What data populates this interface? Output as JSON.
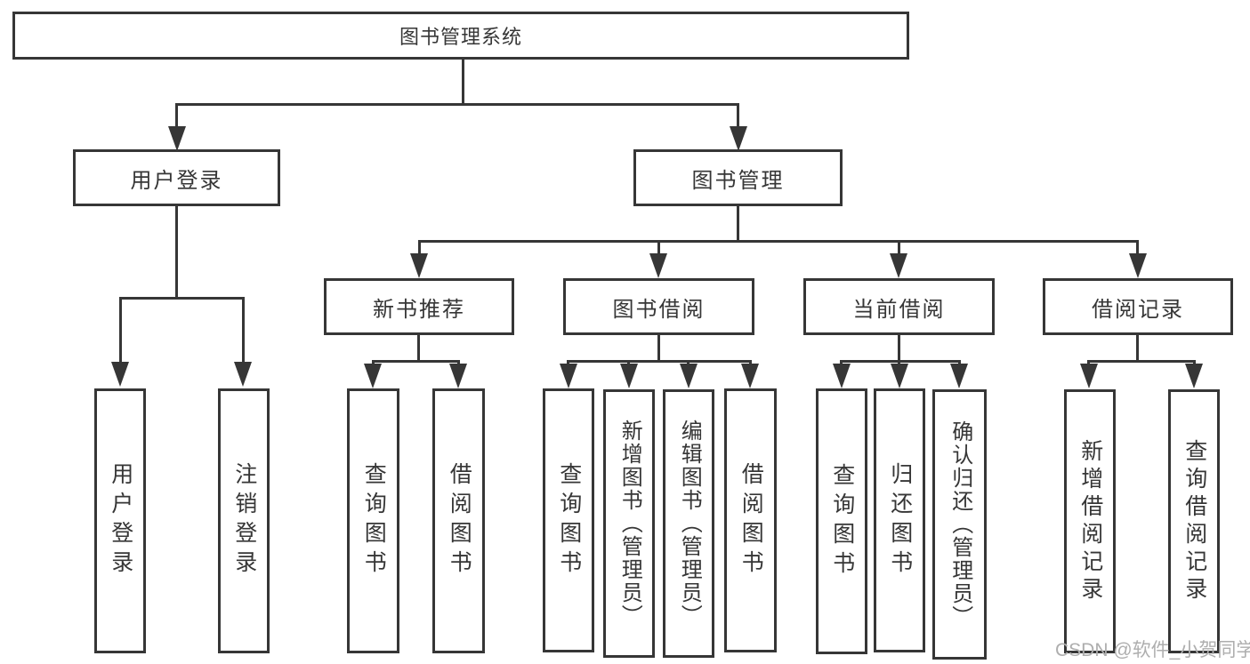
{
  "title": "图书管理系统",
  "level2": [
    {
      "label": "用户登录"
    },
    {
      "label": "图书管理"
    }
  ],
  "modules": [
    {
      "label": "新书推荐"
    },
    {
      "label": "图书借阅"
    },
    {
      "label": "当前借阅"
    },
    {
      "label": "借阅记录"
    }
  ],
  "leaves": [
    {
      "label": "用户登录"
    },
    {
      "label": "注销登录"
    },
    {
      "label": "查询图书"
    },
    {
      "label": "借阅图书"
    },
    {
      "label": "查询图书"
    },
    {
      "label": "新增图书（管理员）"
    },
    {
      "label": "编辑图书（管理员）"
    },
    {
      "label": "借阅图书"
    },
    {
      "label": "查询图书"
    },
    {
      "label": "归还图书"
    },
    {
      "label": "确认归还（管理员）"
    },
    {
      "label": "新增借阅记录"
    },
    {
      "label": "查询借阅记录"
    }
  ],
  "watermark": "CSDN @软件_小贺同学",
  "colors": {
    "line": "#363636",
    "background": "#ffffff",
    "watermark": "#aeaeae"
  }
}
